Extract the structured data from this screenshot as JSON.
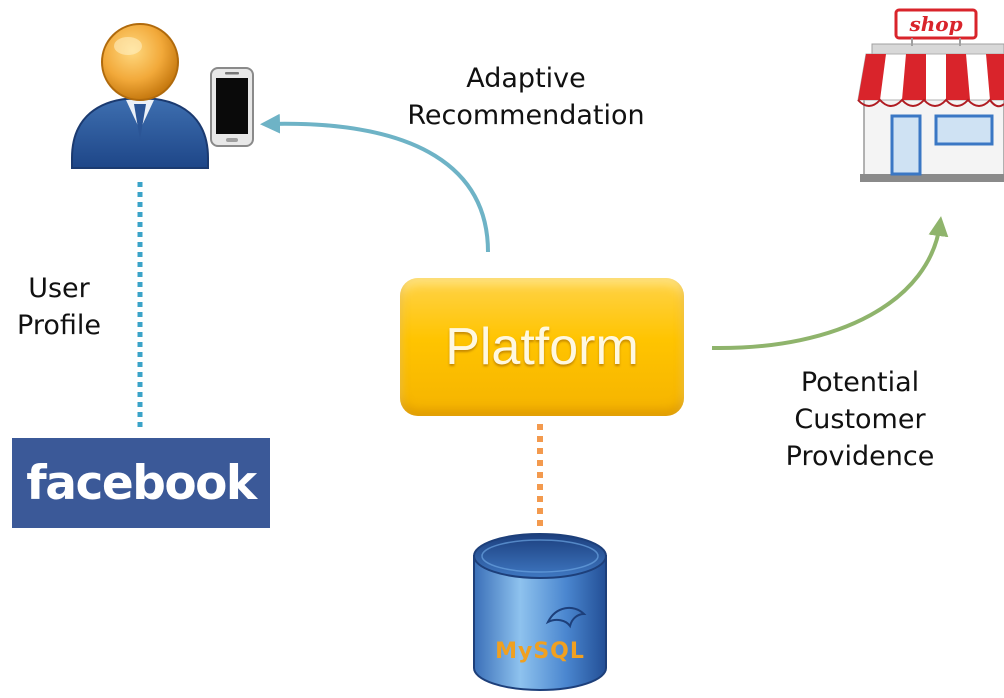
{
  "nodes": {
    "platform": {
      "label": "Platform"
    },
    "facebook": {
      "label": "facebook"
    },
    "shop": {
      "sign": "shop"
    },
    "database": {
      "logo": "MySQL"
    }
  },
  "edges": {
    "adaptive_recommendation": {
      "line1": "Adaptive",
      "line2": "Recommendation"
    },
    "user_profile": {
      "line1": "User",
      "line2": "Profile"
    },
    "potential_customer_providence": {
      "line1": "Potential",
      "line2": "Customer",
      "line3": "Providence"
    }
  },
  "colors": {
    "platform": "#ffc400",
    "facebook": "#3b5998",
    "arrow_recommendation": "#6eb3c6",
    "arrow_providence": "#8fb46c",
    "dotted_user": "#3aa3c8",
    "dotted_db": "#f39a4e",
    "awning_red": "#d9242b"
  },
  "icons": [
    "user-icon",
    "smartphone-icon",
    "shop-icon",
    "database-icon"
  ]
}
